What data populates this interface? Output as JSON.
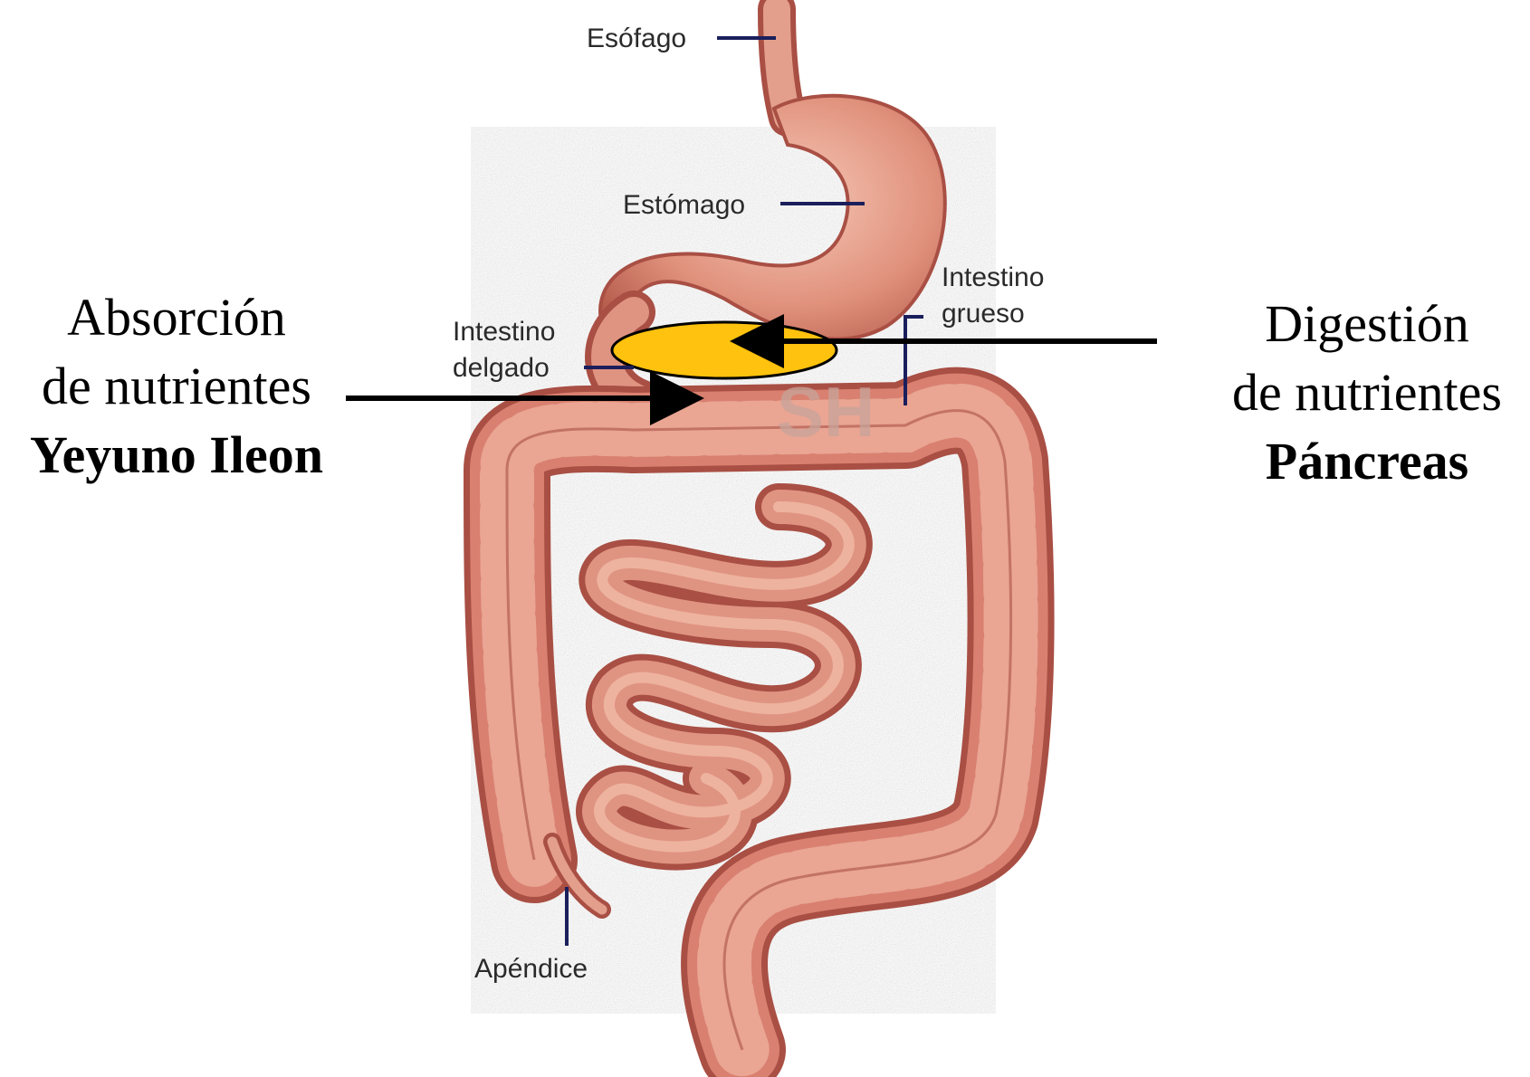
{
  "labels": {
    "esofago": "Esófago",
    "estomago": "Estómago",
    "intestino_delgado": [
      "Intestino",
      "delgado"
    ],
    "intestino_grueso": [
      "Intestino",
      "grueso"
    ],
    "apendice": "Apéndice",
    "watermark": "SH"
  },
  "left_note": {
    "line1": "Absorción",
    "line2": "de nutrientes",
    "line3": "Yeyuno Ileon"
  },
  "right_note": {
    "line1": "Digestión",
    "line2": "de nutrientes",
    "line3": "Páncreas"
  },
  "colors": {
    "intestine": "#d98070",
    "intestine_dark": "#a94f44",
    "intestine_light": "#f2b7a4",
    "pancreas": "#ffc20e",
    "background_texture": "#c9c9c9",
    "leader_line": "#1a1f5c"
  }
}
